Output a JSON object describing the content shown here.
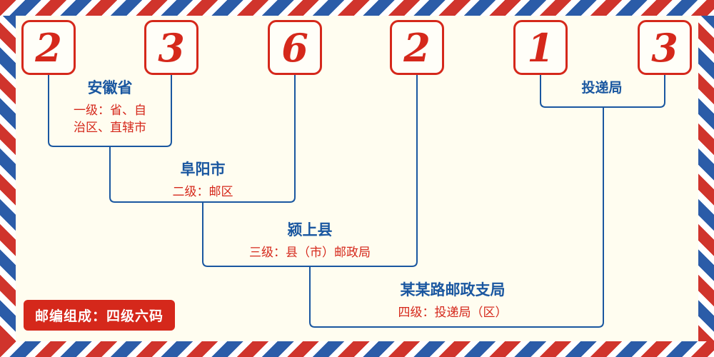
{
  "colors": {
    "red": "#d5281b",
    "blue": "#1a57a0",
    "bg": "#fffdf0",
    "stripeRed": "#d0342c",
    "stripeBlue": "#2b5ca8"
  },
  "postal_code": {
    "value": "236213",
    "digits": [
      "2",
      "3",
      "6",
      "2",
      "1",
      "3"
    ]
  },
  "labels": {
    "level1": {
      "place": "安徽省",
      "desc_line1": "一级：省、自",
      "desc_line2": "治区、直辖市"
    },
    "level2": {
      "place": "阜阳市",
      "desc": "二级：邮区"
    },
    "level3": {
      "place": "颍上县",
      "desc": "三级：县（市）邮政局"
    },
    "level4": {
      "place": "某某路邮政支局",
      "desc": "四级：投递局（区）"
    },
    "delivery": {
      "label": "投递局"
    }
  },
  "footer": {
    "badge": "邮编组成：四级六码"
  }
}
